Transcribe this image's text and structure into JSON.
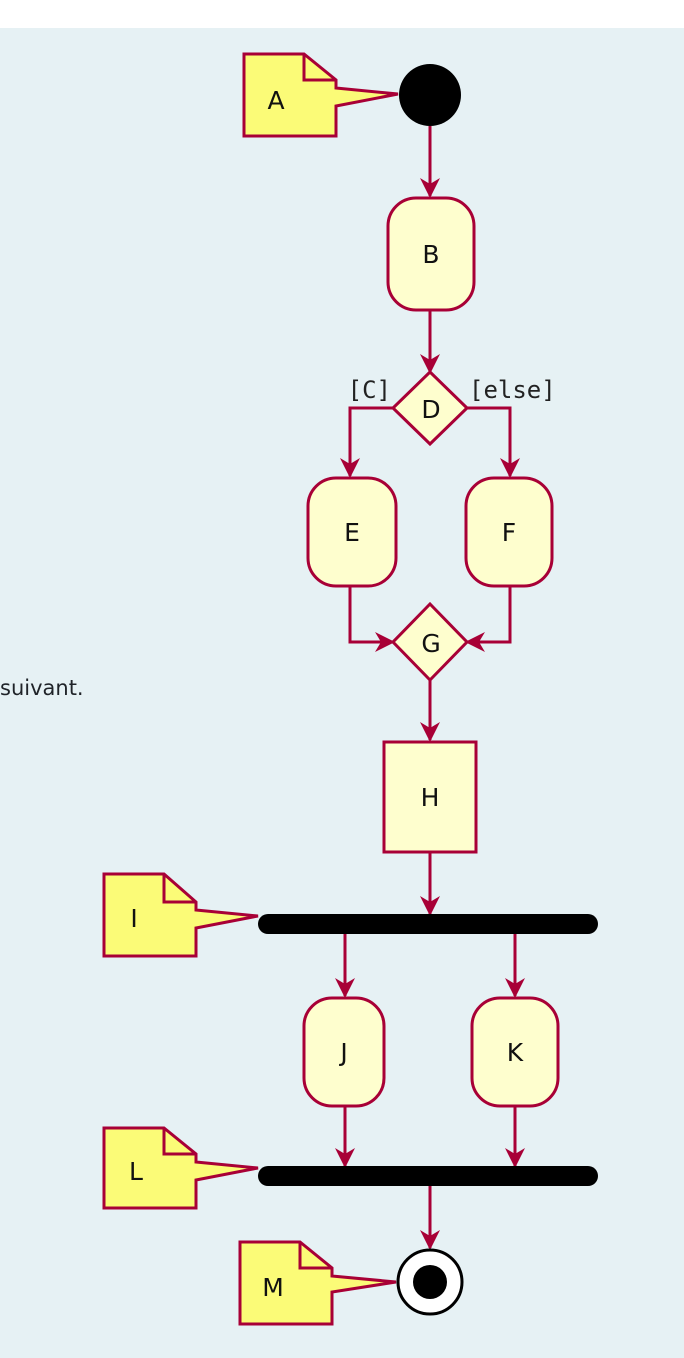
{
  "page": {
    "side_text": "suivant."
  },
  "diagram": {
    "colors": {
      "panel_bg": "#e6f1f4",
      "node_fill": "#fefece",
      "node_stroke": "#a80036",
      "note_fill": "#fbfb77",
      "bar": "#000000"
    },
    "notes": {
      "a": "A",
      "i": "I",
      "l": "L",
      "m": "M"
    },
    "activities": {
      "b": "B",
      "e": "E",
      "f": "F",
      "h": "H",
      "j": "J",
      "k": "K"
    },
    "decisions": {
      "d": "D",
      "g": "G"
    },
    "guards": {
      "left": "[C]",
      "right": "[else]"
    }
  }
}
